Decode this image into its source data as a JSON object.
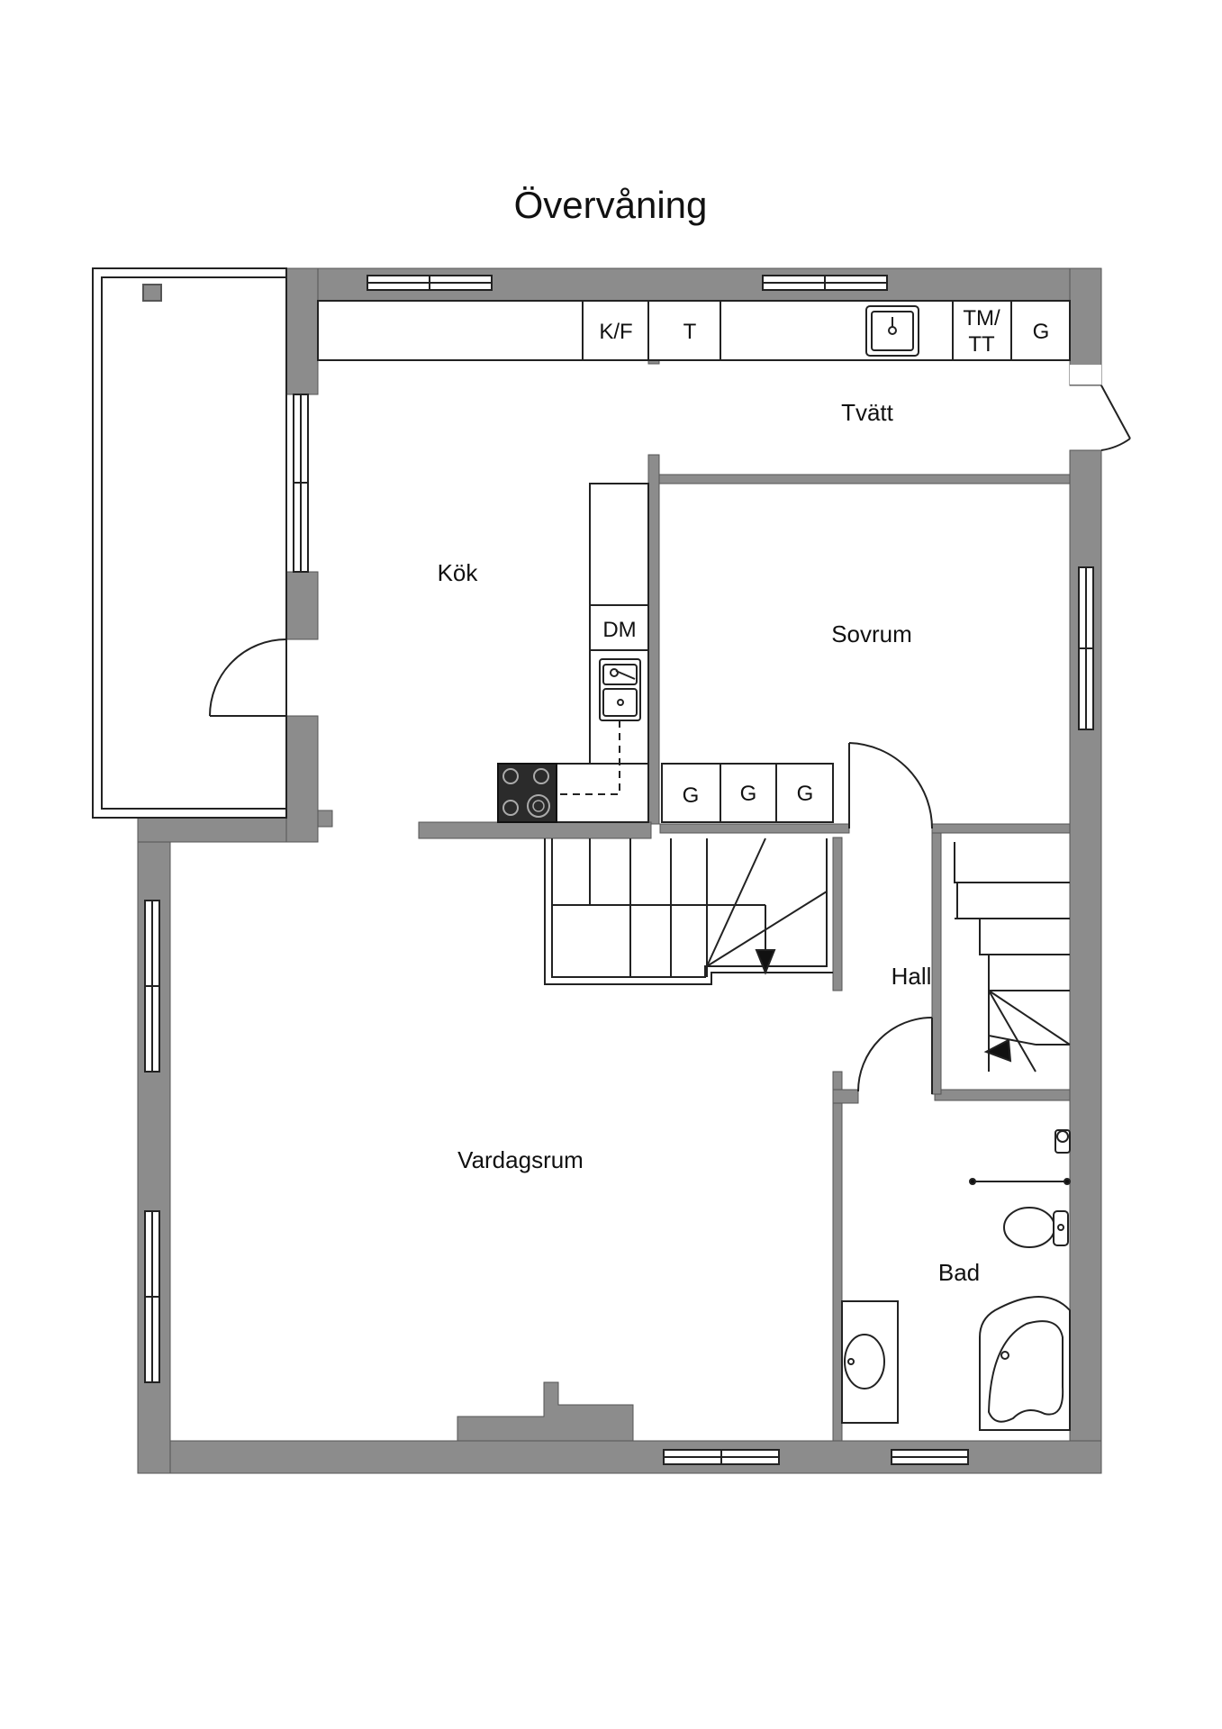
{
  "title": "Övervåning",
  "rooms": {
    "kitchen": "Kök",
    "laundry": "Tvätt",
    "bedroom": "Sovrum",
    "hall": "Hall",
    "living": "Vardagsrum",
    "bath": "Bad"
  },
  "fixtures": {
    "fridge_freezer": "K/F",
    "dryer": "T",
    "washer_dryer_top": "TM/",
    "washer_dryer_bottom": "TT",
    "wardrobe_laundry": "G",
    "dishwasher": "DM",
    "wardrobes_bedroom": [
      "G",
      "G",
      "G"
    ]
  },
  "colors": {
    "wall": "#8c8c8c",
    "line": "#222222",
    "stove": "#2b2b2b"
  }
}
